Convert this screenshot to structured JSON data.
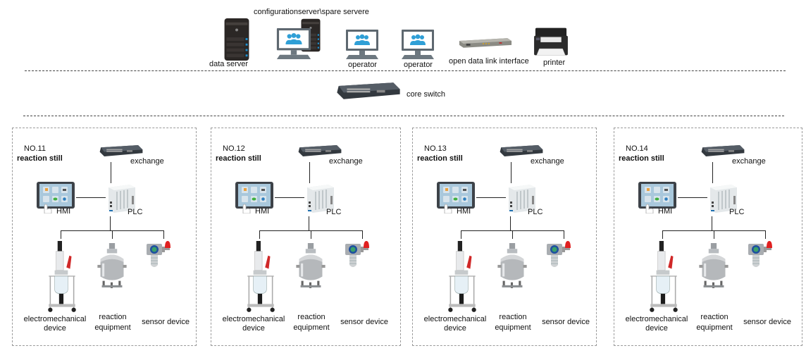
{
  "top_tier": {
    "config_server_label": "configurationserver\\spare servere",
    "devices": [
      {
        "id": "data-server",
        "label": "data server",
        "icon": "server-icon"
      },
      {
        "id": "config-server",
        "label": "",
        "icon": "workstation-server-icon"
      },
      {
        "id": "operator-1",
        "label": "operator",
        "icon": "operator-monitor-icon"
      },
      {
        "id": "operator-2",
        "label": "operator",
        "icon": "operator-monitor-icon"
      },
      {
        "id": "open-data-link",
        "label": "open data link interface",
        "icon": "rack-device-icon"
      },
      {
        "id": "printer",
        "label": "printer",
        "icon": "printer-icon"
      }
    ]
  },
  "core": {
    "label": "core switch",
    "icon": "network-switch-icon"
  },
  "stations": [
    {
      "number": "NO.11",
      "title": "reaction still",
      "exchange": "exchange",
      "hmi": "HMI",
      "plc": "PLC",
      "devices": [
        {
          "label_line1": "electromechanical",
          "label_line2": "device"
        },
        {
          "label_line1": "reaction",
          "label_line2": "equipment"
        },
        {
          "label_line1": "sensor device",
          "label_line2": ""
        }
      ]
    },
    {
      "number": "NO.12",
      "title": "reaction still",
      "exchange": "exchange",
      "hmi": "HMI",
      "plc": "PLC",
      "devices": [
        {
          "label_line1": "electromechanical",
          "label_line2": "device"
        },
        {
          "label_line1": "reaction",
          "label_line2": "equipment"
        },
        {
          "label_line1": "sensor device",
          "label_line2": ""
        }
      ]
    },
    {
      "number": "NO.13",
      "title": "reaction still",
      "exchange": "exchange",
      "hmi": "HMI",
      "plc": "PLC",
      "devices": [
        {
          "label_line1": "electromechanical",
          "label_line2": "device"
        },
        {
          "label_line1": "reaction",
          "label_line2": "equipment"
        },
        {
          "label_line1": "sensor device",
          "label_line2": ""
        }
      ]
    },
    {
      "number": "NO.14",
      "title": "reaction still",
      "exchange": "exchange",
      "hmi": "HMI",
      "plc": "PLC",
      "devices": [
        {
          "label_line1": "electromechanical",
          "label_line2": "device"
        },
        {
          "label_line1": "reaction",
          "label_line2": "equipment"
        },
        {
          "label_line1": "sensor device",
          "label_line2": ""
        }
      ]
    }
  ],
  "colors": {
    "user_icon_blue": "#2f9fd6",
    "server_dark": "#2a2624",
    "led_blue": "#1e90d0",
    "alarm_red": "#e02020",
    "panel_border": "#9a9a9a"
  }
}
